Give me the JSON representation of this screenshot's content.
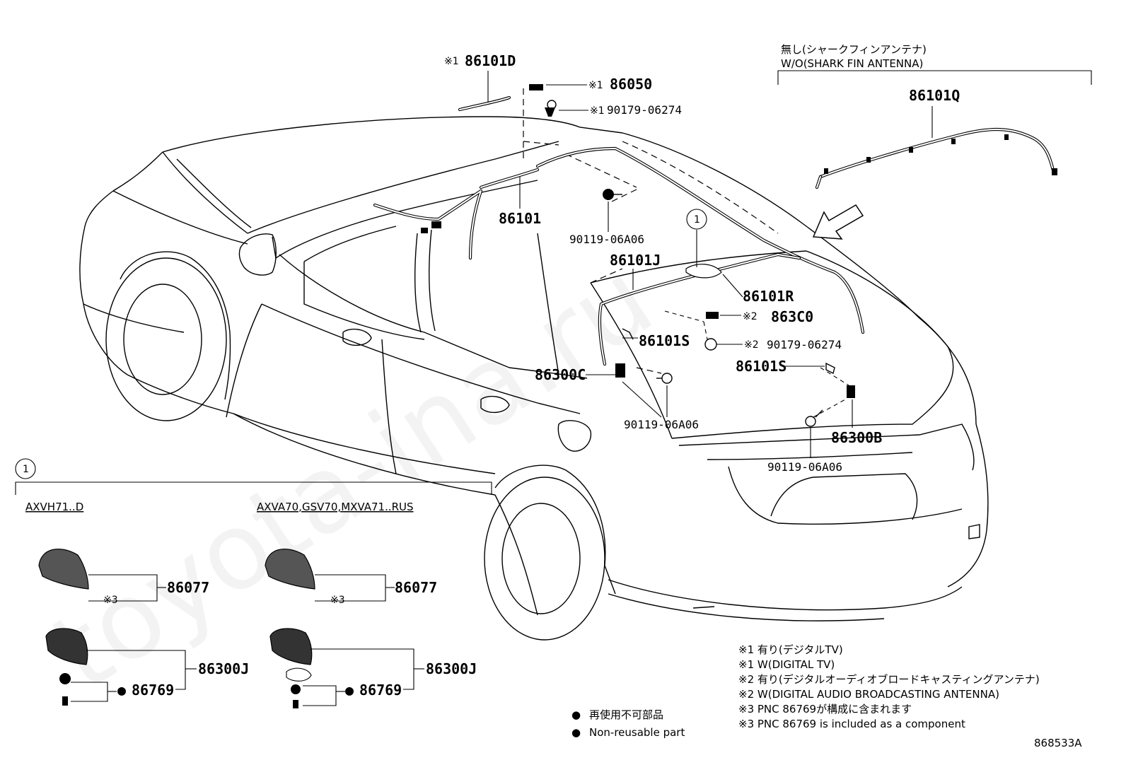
{
  "watermark": "toyota-ina.ru",
  "header": {
    "without_label_jp": "無し(シャークフィンアンテナ)",
    "without_label_en": "W/O(SHARK FIN ANTENNA)"
  },
  "callouts": {
    "p86101D": {
      "mark": "※1",
      "code": "86101D"
    },
    "p86050": {
      "mark": "※1",
      "code": "86050"
    },
    "p90179_1": {
      "mark": "※1",
      "code": "90179-06274"
    },
    "p86101": {
      "code": "86101"
    },
    "p90119_a": {
      "code": "90119-06A06"
    },
    "p86101Q": {
      "code": "86101Q"
    },
    "p86101J": {
      "code": "86101J"
    },
    "p86101R": {
      "code": "86101R"
    },
    "p863C0": {
      "mark": "※2",
      "code": "863C0"
    },
    "p86101S_a": {
      "code": "86101S"
    },
    "p90179_2": {
      "mark": "※2",
      "code": "90179-06274"
    },
    "p86101S_b": {
      "code": "86101S"
    },
    "p86300C": {
      "code": "86300C"
    },
    "p90119_b": {
      "code": "90119-06A06"
    },
    "p86300B": {
      "code": "86300B"
    },
    "p90119_c": {
      "code": "90119-06A06"
    }
  },
  "detail": {
    "ref": "1",
    "left": {
      "model": "AXVH71..D",
      "cover_code": "86077",
      "cover_mark": "※3",
      "assy_code": "86300J",
      "seal_code": "86769",
      "seal_mark": "●"
    },
    "right": {
      "model": "AXVA70,GSV70,MXVA71..RUS",
      "cover_code": "86077",
      "cover_mark": "※3",
      "assy_code": "86300J",
      "seal_code": "86769",
      "seal_mark": "●"
    }
  },
  "legend": {
    "items": [
      {
        "symbol": "●",
        "text": "再使用不可部品"
      },
      {
        "symbol": "●",
        "text": "Non-reusable part"
      }
    ]
  },
  "notes": [
    "※1 有り(デジタルTV)",
    "※1 W(DIGITAL TV)",
    "※2 有り(デジタルオーディオブロードキャスティングアンテナ)",
    "※2 W(DIGITAL AUDIO BROADCASTING ANTENNA)",
    "※3 PNC 86769が構成に含まれます",
    "※3 PNC 86769 is included as a component"
  ],
  "diagram_id": "868533A"
}
